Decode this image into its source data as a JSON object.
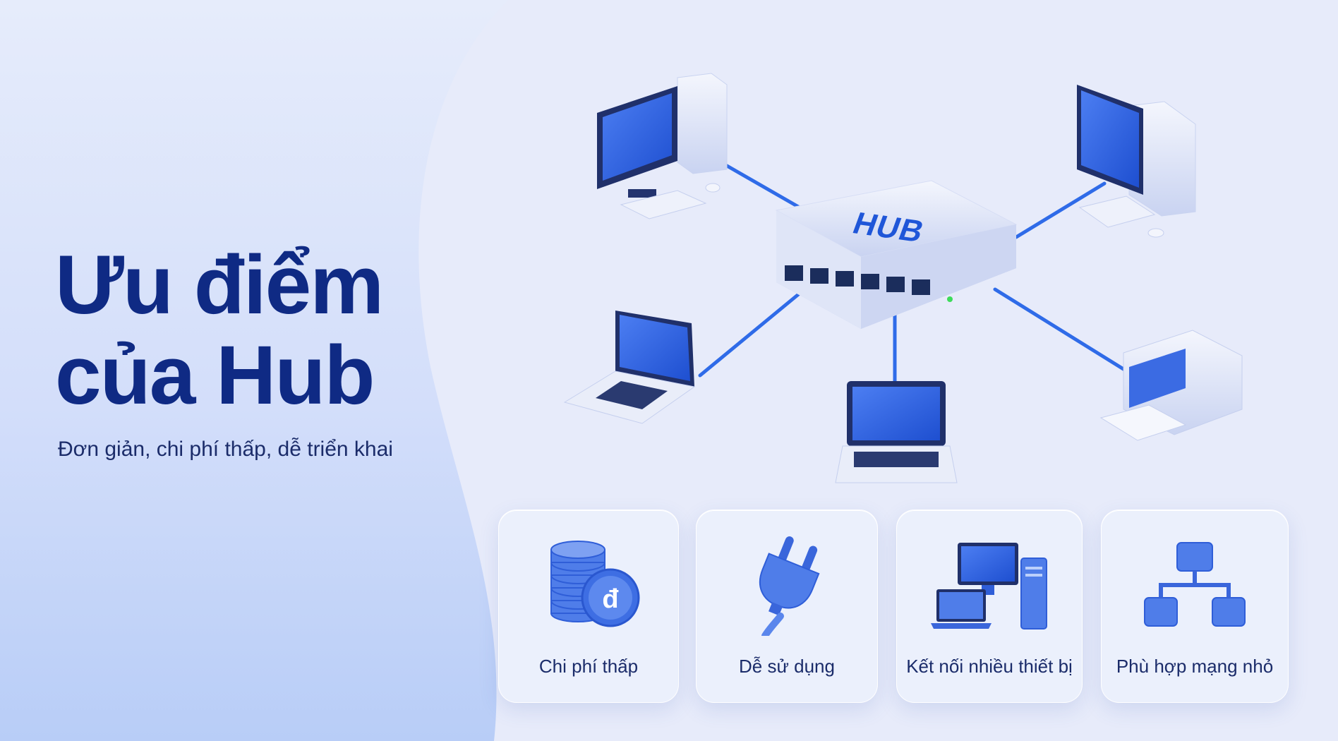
{
  "title": {
    "line1": "Ưu điểm",
    "line2": "của Hub"
  },
  "subtitle": "Đơn giản, chi phí thấp, dễ triển khai",
  "diagram": {
    "hub_label": "HUB",
    "devices": [
      "desktop-top-left",
      "desktop-top-right",
      "laptop-left",
      "laptop-bottom",
      "printer-right"
    ]
  },
  "features": [
    {
      "label": "Chi phí thấp",
      "icon": "coins-icon",
      "glyph": "đ"
    },
    {
      "label": "Dễ sử dụng",
      "icon": "plug-icon"
    },
    {
      "label": "Kết nối nhiều thiết bị",
      "icon": "devices-icon"
    },
    {
      "label": "Phù hợp mạng nhỏ",
      "icon": "network-tree-icon"
    }
  ],
  "colors": {
    "title": "#0f2a84",
    "accent": "#2f62e6",
    "cable": "#2f6be8",
    "device_body": "#e8ecf8"
  }
}
